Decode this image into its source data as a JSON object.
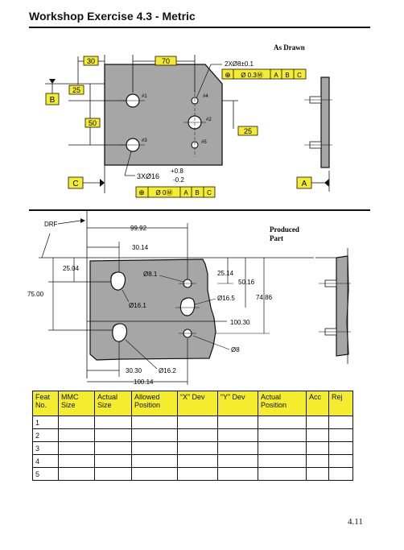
{
  "header": {
    "title": "Workshop Exercise 4.3 - Metric"
  },
  "as_drawn": {
    "label": "As Drawn",
    "dims": {
      "d30": "30",
      "d70": "70",
      "d25": "25",
      "d50": "50",
      "d25b": "25"
    },
    "datums": {
      "b": "B",
      "c": "C",
      "a": "A"
    },
    "holes": {
      "h1": "#1",
      "h2": "#2",
      "h3": "#3",
      "h4": "#4",
      "h5": "#5"
    },
    "callout_small": {
      "note": "2XØ8±0.1",
      "frame": [
        "⊕",
        "Ø 0.3Ⓜ",
        "A",
        "B",
        "C"
      ]
    },
    "callout_large": {
      "note": "3XØ16",
      "tol_upper": "+0.8",
      "tol_lower": "-0.2",
      "frame": [
        "⊕",
        "Ø 0Ⓜ",
        "A",
        "B",
        "C"
      ]
    }
  },
  "produced": {
    "label_line1": "Produced",
    "label_line2": "Part",
    "drf": "DRF",
    "dims": {
      "d9992": "99.92",
      "d3014": "30.14",
      "d2504": "25.04",
      "d7500": "75.00",
      "d2514": "25.14",
      "d5016": "50.16",
      "d7486": "74.86",
      "d10030": "100.30",
      "d3030": "30.30",
      "d10014": "100.14"
    },
    "holes": {
      "h81": "Ø8.1",
      "h161": "Ø16.1",
      "h165": "Ø16.5",
      "h8": "Ø8",
      "h162": "Ø16.2"
    }
  },
  "table": {
    "headers": [
      "Feat No.",
      "MMC Size",
      "Actual Size",
      "Allowed Position",
      "“X” Dev",
      "“Y” Dev",
      "Actual Position",
      "Acc",
      "Rej"
    ],
    "rows": [
      [
        "1"
      ],
      [
        "2"
      ],
      [
        "3"
      ],
      [
        "4"
      ],
      [
        "5"
      ]
    ]
  },
  "footer": {
    "page_number": "4.11"
  },
  "colors": {
    "fill": "#a6a6a6",
    "highlight": "#f4ec2e",
    "line": "#111111"
  }
}
